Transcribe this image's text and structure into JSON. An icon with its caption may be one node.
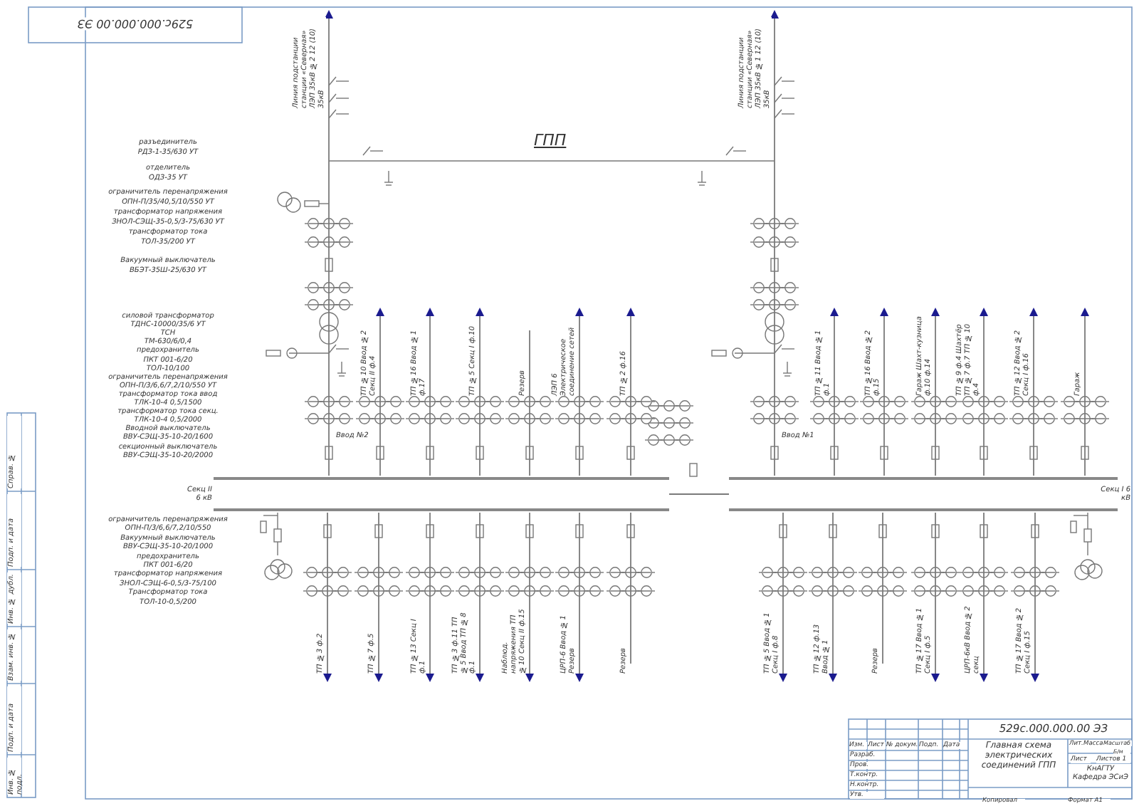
{
  "diagram": {
    "nodes": [
      {
        "text": [
          "Секц II 6 кВ"
        ]
      },
      {
        "text": [
          "Секц I 6 кВ"
        ]
      }
    ],
    "edges": [
      {
        "from": 0,
        "to": null,
        "arrow": "to",
        "label": "Линия подстанции станции «Северная» ЛЭП 35кВ №2 12 (10) 35кВ"
      },
      {
        "from": 1,
        "to": null,
        "arrow": "to",
        "label": "Линия подстанции станции «Северная» ЛЭП 35кВ №1 12 (10) 35кВ"
      },
      {
        "from": 0,
        "to": null,
        "arrow": "to",
        "label": "ТП №10 Ввод №2 Секц II ф.4"
      },
      {
        "from": 0,
        "to": null,
        "arrow": "to",
        "label": "ТП №16 Ввод №1 ф.17"
      },
      {
        "from": 0,
        "to": null,
        "arrow": "to",
        "label": "ТП №5 Секц I ф.10"
      },
      {
        "from": 0,
        "to": null,
        "arrow": "none",
        "label": "Резерв"
      },
      {
        "from": 0,
        "to": null,
        "arrow": "to",
        "label": "ЛЭП 6 Электрическое соединение сетей"
      },
      {
        "from": 0,
        "to": null,
        "arrow": "to",
        "label": "ТП №2 ф.16"
      },
      {
        "from": 1,
        "to": null,
        "arrow": "to",
        "label": "ТП №11 Ввод №1 ф.1"
      },
      {
        "from": 1,
        "to": null,
        "arrow": "to",
        "label": "ТП №16 Ввод №2 ф.15"
      },
      {
        "from": 1,
        "to": null,
        "arrow": "to",
        "label": "Гараж Шахт-кузница ф.10 ф.14"
      },
      {
        "from": 1,
        "to": null,
        "arrow": "to",
        "label": "ТП №9 ф.4 Шахтёр ТП №7 ф.7 ТП №10 ф.4"
      },
      {
        "from": 1,
        "to": null,
        "arrow": "to",
        "label": "ТП №12 Ввод №2 Секц I ф.16"
      },
      {
        "from": 1,
        "to": null,
        "arrow": "to",
        "label": "Гараж"
      },
      {
        "from": 0,
        "to": null,
        "arrow": "to",
        "label": "ТП №3 ф.2"
      },
      {
        "from": 0,
        "to": null,
        "arrow": "to",
        "label": "ТП №7 ф.5"
      },
      {
        "from": 0,
        "to": null,
        "arrow": "to",
        "label": "ТП №13 Секц I ф.1"
      },
      {
        "from": 0,
        "to": null,
        "arrow": "to",
        "label": "ТП №3 ф.11 ТП №5 Ввод ТП №8 ф.1"
      },
      {
        "from": 0,
        "to": null,
        "arrow": "to",
        "label": "Наблюд. напряжения ТП №10 Секц II ф.15"
      },
      {
        "from": 0,
        "to": null,
        "arrow": "to",
        "label": "ЦРП-6 Ввод №1 Резерв"
      },
      {
        "from": 0,
        "to": null,
        "arrow": "none",
        "label": "Резерв"
      },
      {
        "from": 1,
        "to": null,
        "arrow": "to",
        "label": "ТП №5 Ввод №1 Секц I ф.8"
      },
      {
        "from": 1,
        "to": null,
        "arrow": "to",
        "label": "ТП №12 ф.13 Ввод №1"
      },
      {
        "from": 1,
        "to": null,
        "arrow": "none",
        "label": "Резерв"
      },
      {
        "from": 1,
        "to": null,
        "arrow": "to",
        "label": "ТП №17 Ввод №1 Секц I ф.5"
      },
      {
        "from": 1,
        "to": null,
        "arrow": "to",
        "label": "ЦРП-6кВ Ввод №2 секц"
      },
      {
        "from": 1,
        "to": null,
        "arrow": "to",
        "label": "ТП №17 Ввод №2 Секц I ф.15"
      },
      {
        "from": 0,
        "to": 1,
        "arrow": "none"
      }
    ],
    "labels": [
      "529с.000.000.00 ЭЗ",
      "ГПП",
      "разъединитель",
      "РДЗ-1-35/630 УТ",
      "отделитель",
      "ОДЗ-35 УТ",
      "ограничитель перенапряжения",
      "ОПН-П/35/40,5/10/550 УТ",
      "трансформатор напряжения",
      "ЗНОЛ-СЭЩ-35-0,5/3-75/630 УТ",
      "трансформатор тока",
      "ТОЛ-35/200 УТ",
      "Вакуумный выключатель",
      "ВБЭТ-35Ш-25/630 УТ",
      "силовой трансформатор",
      "ТДНС-10000/35/6 УТ",
      "ТСН",
      "ТМ-630/6/0,4",
      "предохранитель",
      "ПКТ 001-6/20",
      "ТОЛ-10/100",
      "ограничитель перенапряжения",
      "ОПН-П/3/6,6/7,2/10/550 УТ",
      "трансформатор тока ввод",
      "ТЛК-10-4 0,5/1500",
      "трансформатор тока секц.",
      "ТЛК-10-4 0,5/2000",
      "Вводной выключатель",
      "ВВУ-СЭЩ-35-10-20/1600",
      "секционный выключатель",
      "ВВУ-СЭЩ-35-10-20/2000",
      "Ввод №2",
      "Ввод №1",
      "ограничитель перенапряжения",
      "ОПН-П/3/6,6/7,2/10/550",
      "Вакуумный выключатель",
      "ВВУ-СЭЩ-35-10-20/1000",
      "предохранитель",
      "ПКТ 001-6/20",
      "трансформатор напряжения",
      "ЗНОЛ-СЭЩ-6-0,5/3-75/100",
      "Трансформатор тока",
      "ТОЛ-10-0,5/200",
      "Справ. №",
      "Подп. и дата",
      "Инв. № дубл.",
      "Взам. инв. №",
      "Подп. и дата",
      "Инв. № подл.",
      "529с.000.000.00 ЭЗ",
      "Изм.",
      "Лист",
      "№ докум.",
      "Подп.",
      "Дата",
      "Разраб.",
      "Пров.",
      "Т.контр.",
      "Н.контр.",
      "Утв.",
      "Главная схема электрических соединений ГПП",
      "Лит.",
      "Масса",
      "Масштаб",
      "Б/м",
      "Лист",
      "Листов 1",
      "КнАГТУ Кафедра ЭСиЭ",
      "Копировал",
      "Формат А1"
    ]
  }
}
